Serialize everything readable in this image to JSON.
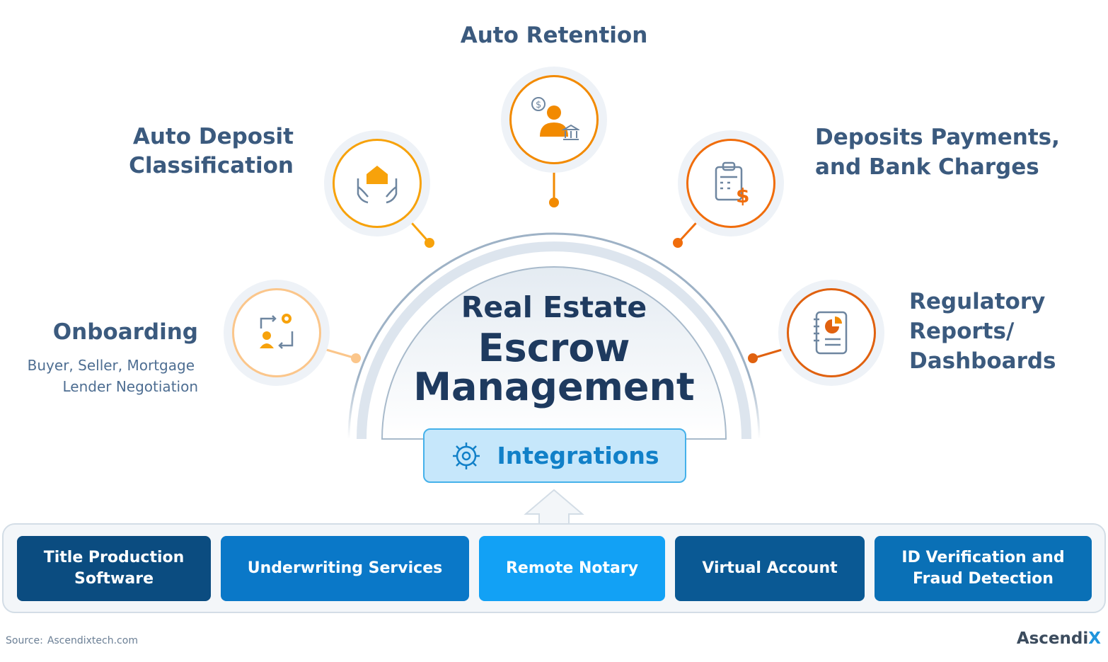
{
  "center": {
    "line1": "Real Estate",
    "line2": "Escrow",
    "line3": "Management"
  },
  "integrations": {
    "label": "Integrations",
    "icon": "network-gear-icon"
  },
  "nodes": [
    {
      "id": "onboarding",
      "title": "Onboarding",
      "subtitle_line1": "Buyer, Seller, Mortgage",
      "subtitle_line2": "Lender Negotiation",
      "icon": "person-gear-sync-icon",
      "color": "#fbc68b"
    },
    {
      "id": "auto-deposit",
      "title_line1": "Auto Deposit",
      "title_line2": "Classification",
      "icon": "hands-house-icon",
      "color": "#f7a20b"
    },
    {
      "id": "auto-retention",
      "title": "Auto Retention",
      "icon": "person-dollar-bank-icon",
      "color": "#f28a00"
    },
    {
      "id": "deposits",
      "title_line1": "Deposits Payments,",
      "title_line2": "and Bank Charges",
      "icon": "clipboard-dollar-icon",
      "color": "#f06d0c"
    },
    {
      "id": "regulatory",
      "title_line1": "Regulatory",
      "title_line2": "Reports/",
      "title_line3": "Dashboards",
      "icon": "report-chart-icon",
      "color": "#e0610f"
    }
  ],
  "integration_boxes": [
    {
      "label": "Title Production\nSoftware",
      "color": "#0b4c80"
    },
    {
      "label": "Underwriting Services",
      "color": "#0a78c8"
    },
    {
      "label": "Remote Notary",
      "color": "#12a1f5"
    },
    {
      "label": "Virtual Account",
      "color": "#0a5994"
    },
    {
      "label": "ID Verification and\nFraud Detection",
      "color": "#0a70b6"
    }
  ],
  "footer": {
    "source_label": "Source:",
    "source_site": "Ascendixtech.com",
    "brand_main": "Ascendi",
    "brand_x": "X"
  }
}
